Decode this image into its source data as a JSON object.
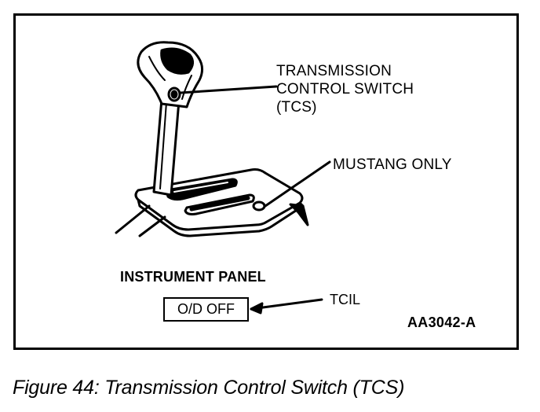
{
  "figure": {
    "callout_tcs_lines": [
      "TRANSMISSION",
      "CONTROL SWITCH",
      "(TCS)"
    ],
    "callout_mustang": "MUSTANG ONLY",
    "panel_heading": "INSTRUMENT PANEL",
    "indicator_text": "O/D OFF",
    "indicator_label": "TCIL",
    "figure_code": "AA3042-A"
  },
  "caption": "Figure 44: Transmission Control Switch (TCS)"
}
